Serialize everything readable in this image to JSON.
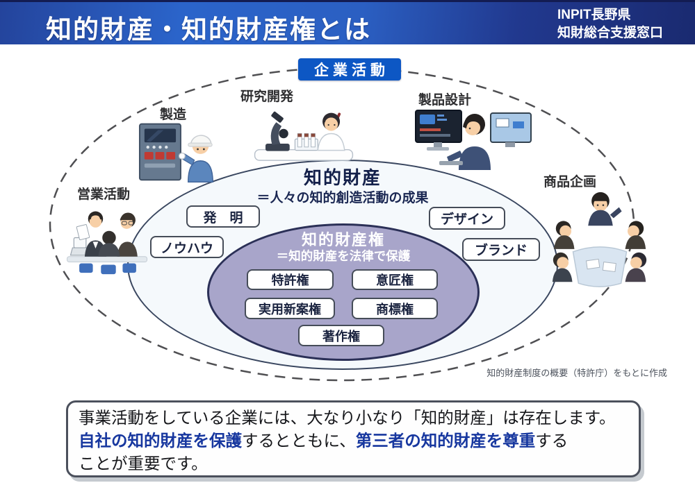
{
  "header": {
    "title": "知的財産・知的財産権とは",
    "org_line1": "INPIT長野県",
    "org_line2": "知財総合支援窓口"
  },
  "diagram": {
    "badge": "企業活動",
    "activities": [
      {
        "label": "製造"
      },
      {
        "label": "研究開発"
      },
      {
        "label": "製品設計"
      },
      {
        "label": "営業活動"
      },
      {
        "label": "商品企画"
      }
    ],
    "ip": {
      "title": "知的財産",
      "subtitle": "＝人々の知的創造活動の成果",
      "items": [
        "発　明",
        "ノウハウ",
        "デザイン",
        "ブランド"
      ]
    },
    "ipr": {
      "title": "知的財産権",
      "subtitle": "＝知的財産を法律で保護",
      "items": [
        "特許権",
        "意匠権",
        "実用新案権",
        "商標権",
        "著作権"
      ]
    },
    "caption": "知的財産制度の概要（特許庁）をもとに作成"
  },
  "note": {
    "line1": "事業活動をしている企業には、大なり小なり「知的財産」は存在します。",
    "line2_blue1": "自社の知的財産を保護",
    "line2_black1": "するとともに、",
    "line2_blue2": "第三者の知的財産を尊重",
    "line2_black2": "する",
    "line3": "ことが重要です。"
  },
  "colors": {
    "header_blue": "#2b64ca",
    "header_navy": "#1a2a70",
    "badge_blue": "#0d57c4",
    "inner_purple": "#a8a5ca",
    "note_blue": "#17379f"
  }
}
